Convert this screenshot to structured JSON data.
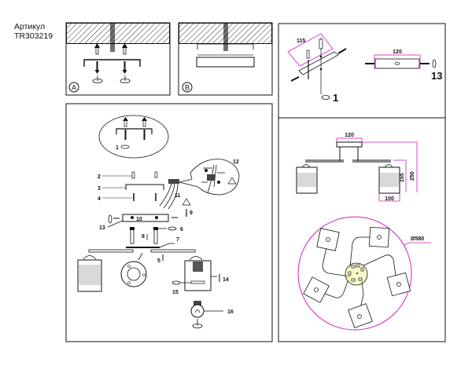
{
  "header": {
    "article_label": "Артикул",
    "article_code": "TR303219"
  },
  "panels": {
    "mount_a": {
      "label": "A"
    },
    "mount_b": {
      "label": "B"
    }
  },
  "bracket_detail": {
    "dim_bracket_span": "115",
    "dim_plate_width": "120",
    "callout_screw": "1",
    "callout_nut": "13"
  },
  "assembly_callouts": [
    "1",
    "2",
    "3",
    "4",
    "5",
    "6",
    "7",
    "8",
    "9",
    "10",
    "11",
    "12",
    "13",
    "14",
    "15",
    "16"
  ],
  "dimensions_front": {
    "canopy_width": "120",
    "total_height": "250",
    "shade_height": "155",
    "shade_width": "100"
  },
  "dimensions_top": {
    "diameter": "Ø580"
  },
  "colors": {
    "line": "#111111",
    "dimension": "#d21fc0",
    "highlight": "#eef07a",
    "glass": "#d9d9d9"
  }
}
